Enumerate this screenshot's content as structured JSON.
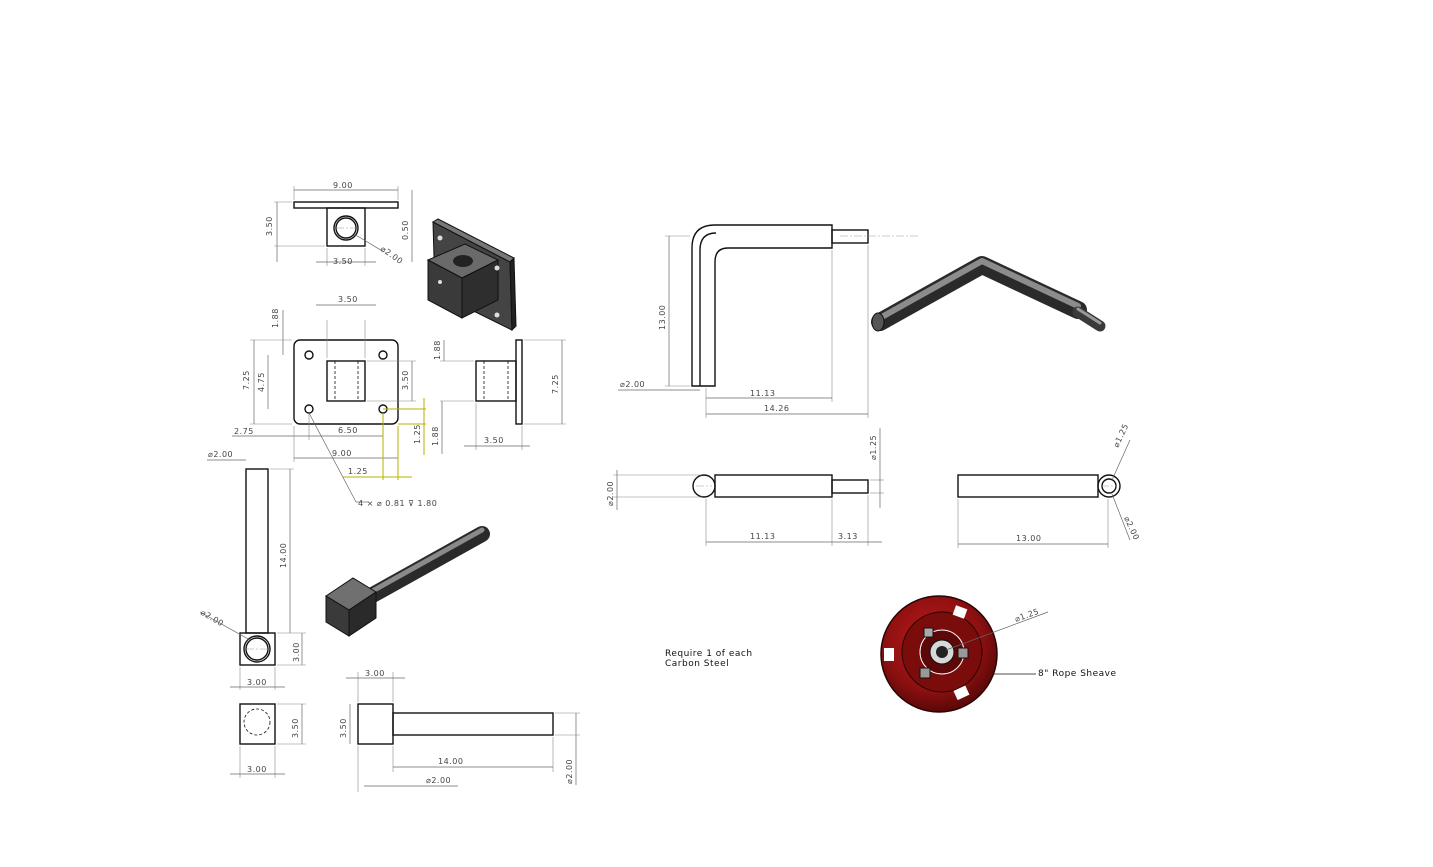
{
  "dims": {
    "bracket_width": "9.00",
    "bracket_height": "3.50",
    "plate_thickness": "0.50",
    "block_width": "3.50",
    "bore_dia": "⌀2.00",
    "block_top": "3.50",
    "hole_from_top": "1.88",
    "plate_height_outer": "7.25",
    "hole_spacing_v": "4.75",
    "inner_side": "3.50",
    "plate_edge_left": "2.75",
    "hole_spacing_h": "6.50",
    "plate_width": "9.00",
    "hole_offset": "1.25",
    "hole_offset_v": "1.25",
    "side_top": "1.88",
    "side_bottom": "1.88",
    "side_height": "7.25",
    "side_block": "3.50",
    "hole_callout": "4 × ⌀ 0.81 ⊽ 1.80",
    "shaft_dia_top": "⌀2.00",
    "shaft_length": "14.00",
    "shaft_dia_end": "⌀2.00",
    "block_sq_top": "3.00",
    "block_sq_h": "3.00",
    "block_sq_bottom": "3.00",
    "block_sq_side": "3.50",
    "sv_block": "3.00",
    "sv_block_h": "3.50",
    "sv_length": "14.00",
    "sv_dia": "⌀2.00",
    "sv_dia_right": "⌀2.00",
    "crank_vertical": "13.00",
    "crank_dia": "⌀2.00",
    "crank_len1": "11.13",
    "crank_len2": "14.26",
    "crank_tip_dia": "⌀1.25",
    "crank_side_dia": "⌀2.00",
    "crank_side_len1": "11.13",
    "crank_side_len2": "3.13",
    "crank_end_tip": "⌀1.25",
    "crank_end_len": "13.00",
    "crank_end_dia": "⌀2.00",
    "sheave_bore": "⌀1.25"
  },
  "notes": {
    "line1": "Require 1 of each",
    "line2": "Carbon Steel",
    "sheave_label": "8\" Rope Sheave"
  },
  "colors": {
    "line": "#111111",
    "dim": "#666666",
    "highlight": "#b8b000",
    "steel_dark": "#3c3c3c",
    "steel_mid": "#6e6e6e",
    "sheave_red": "#9a1414"
  }
}
